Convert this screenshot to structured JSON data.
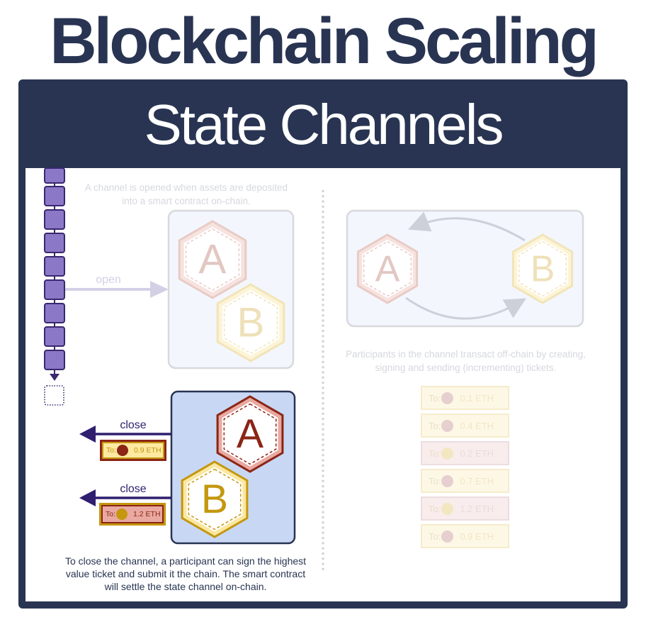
{
  "header": {
    "title": "Blockchain Scaling",
    "subtitle": "State Channels"
  },
  "colors": {
    "navy": "#283452",
    "block_fill": "#8b78c6",
    "block_stroke": "#3a2770",
    "arrow_dark": "#2f1f6e",
    "party_a_stroke": "#8b2516",
    "party_a_fill": "#e9a9a0",
    "party_b_stroke": "#c4970f",
    "party_b_fill": "#fbe7a0",
    "close_box_fill": "#c8d8f4",
    "faded_text": "#d6d8df"
  },
  "open_section": {
    "caption": "A channel is opened when assets are deposited into a smart contract on-chain.",
    "arrow_label": "open",
    "party_a": "A",
    "party_b": "B"
  },
  "blockchain": {
    "block_count": 9,
    "pending_block_count": 1
  },
  "close_section": {
    "party_a": "A",
    "party_b": "B",
    "arrows": [
      {
        "label": "close",
        "ticket": {
          "to_label": "To:",
          "recipient": "A",
          "amount": "0.9 ETH"
        }
      },
      {
        "label": "close",
        "ticket": {
          "to_label": "To:",
          "recipient": "B",
          "amount": "1.2 ETH"
        }
      }
    ],
    "caption": "To close the channel, a participant can sign the highest value ticket and submit it the chain. The smart contract will settle the state channel on-chain."
  },
  "offchain_section": {
    "party_a": "A",
    "party_b": "B",
    "caption": "Participants in the channel transact off-chain by creating, signing and sending (incrementing) tickets.",
    "tickets": [
      {
        "to_label": "To:",
        "recipient": "A",
        "amount": "0.1 ETH"
      },
      {
        "to_label": "To:",
        "recipient": "A",
        "amount": "0.4 ETH"
      },
      {
        "to_label": "To:",
        "recipient": "B",
        "amount": "0.2 ETH"
      },
      {
        "to_label": "To:",
        "recipient": "A",
        "amount": "0.7 ETH"
      },
      {
        "to_label": "To:",
        "recipient": "B",
        "amount": "1.2 ETH"
      },
      {
        "to_label": "To:",
        "recipient": "A",
        "amount": "0.9 ETH"
      }
    ]
  }
}
